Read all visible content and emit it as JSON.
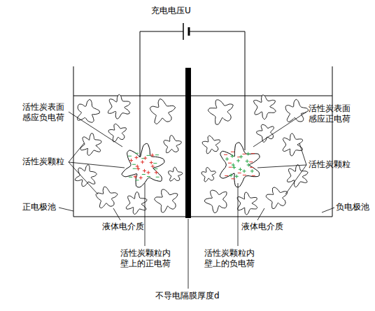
{
  "diagram": {
    "labels": [
      "充电电压U",
      "活性炭表面感应负电荷",
      "活性炭颗粒",
      "正电极池",
      "液体电介质",
      "活性炭颗粒内壁上的正电荷",
      "不导电隔膜厚度d",
      "活性炭表面感应正电荷",
      "活性炭颗粒",
      "负电极池",
      "液体电介质",
      "活性炭颗粒内壁上的负电荷"
    ]
  }
}
